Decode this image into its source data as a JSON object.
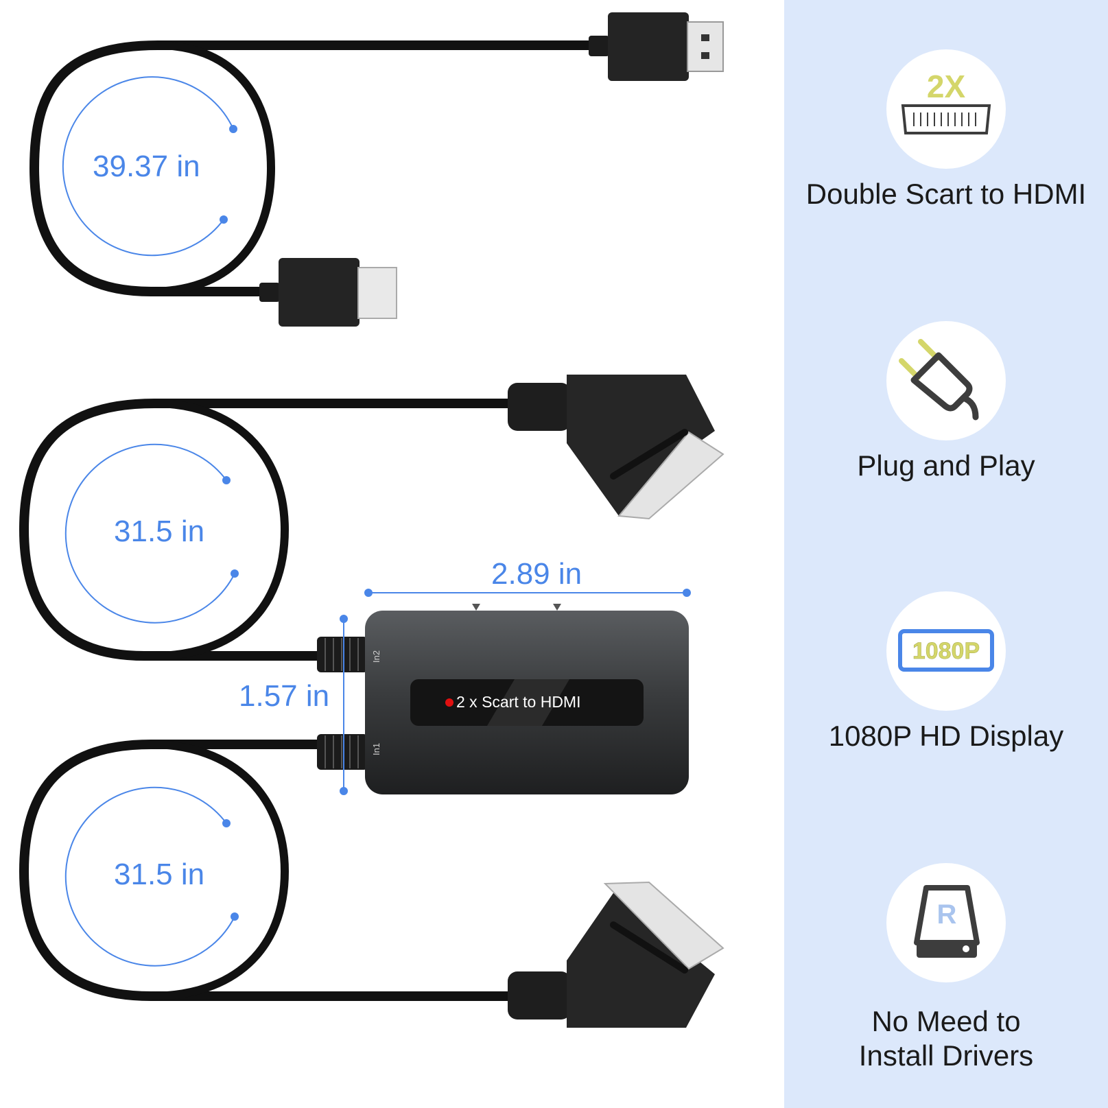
{
  "measurements": {
    "hdmi_cable_length": "39.37 in",
    "scart_cable_1_length": "31.5 in",
    "scart_cable_2_length": "31.5 in",
    "device_width": "2.89 in",
    "device_height": "1.57 in"
  },
  "device": {
    "name_label": "2 x Scart to HDMI",
    "port_in2": "In2",
    "port_in1": "In1"
  },
  "features": [
    {
      "icon": "double-scart-icon",
      "icon_text": "2X",
      "label": "Double Scart to HDMI"
    },
    {
      "icon": "plug-icon",
      "label": "Plug and Play"
    },
    {
      "icon": "1080p-icon",
      "icon_text": "1080P",
      "label": "1080P HD Display"
    },
    {
      "icon": "drive-icon",
      "icon_text": "R",
      "label_line1": "No Meed to",
      "label_line2": "Install Drivers"
    }
  ],
  "colors": {
    "panel_background": "#dce8fb",
    "measurement_blue": "#4a86e8",
    "icon_yellow": "#d4d66a",
    "icon_dark": "#3d3d3d"
  }
}
